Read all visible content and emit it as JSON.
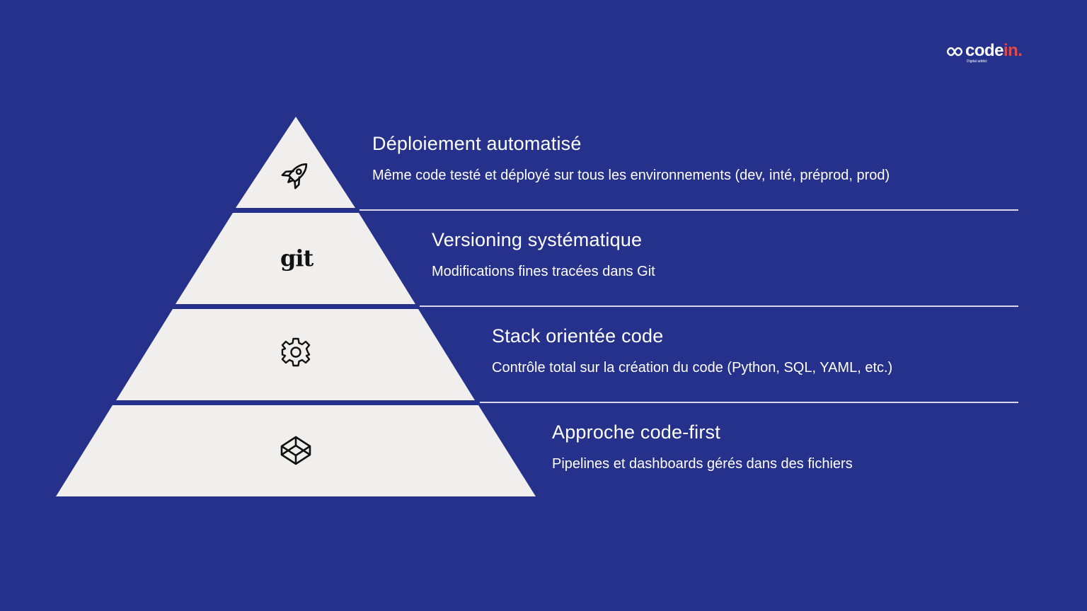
{
  "logo": {
    "word_part1": "code",
    "word_part2": "in.",
    "tagline": "Digital addict",
    "colors": {
      "text": "#ffffff",
      "accent": "#e04a4a"
    }
  },
  "colors": {
    "background": "#25318a",
    "pyramid_fill": "#f1efed",
    "icon": "#111111",
    "divider": "#d8dae8"
  },
  "tiers": [
    {
      "title": "Déploiement automatisé",
      "description": "Même code testé et déployé sur tous les environnements (dev, inté, préprod, prod)",
      "icon": "rocket-icon"
    },
    {
      "title": "Versioning systématique",
      "description": "Modifications fines tracées dans Git",
      "icon": "git-icon",
      "icon_text": "git"
    },
    {
      "title": "Stack orientée code",
      "description": "Contrôle total sur la création du code (Python, SQL, YAML, etc.)",
      "icon": "gear-icon"
    },
    {
      "title": "Approche code-first",
      "description": "Pipelines et dashboards gérés dans des fichiers",
      "icon": "codepen-icon"
    }
  ]
}
